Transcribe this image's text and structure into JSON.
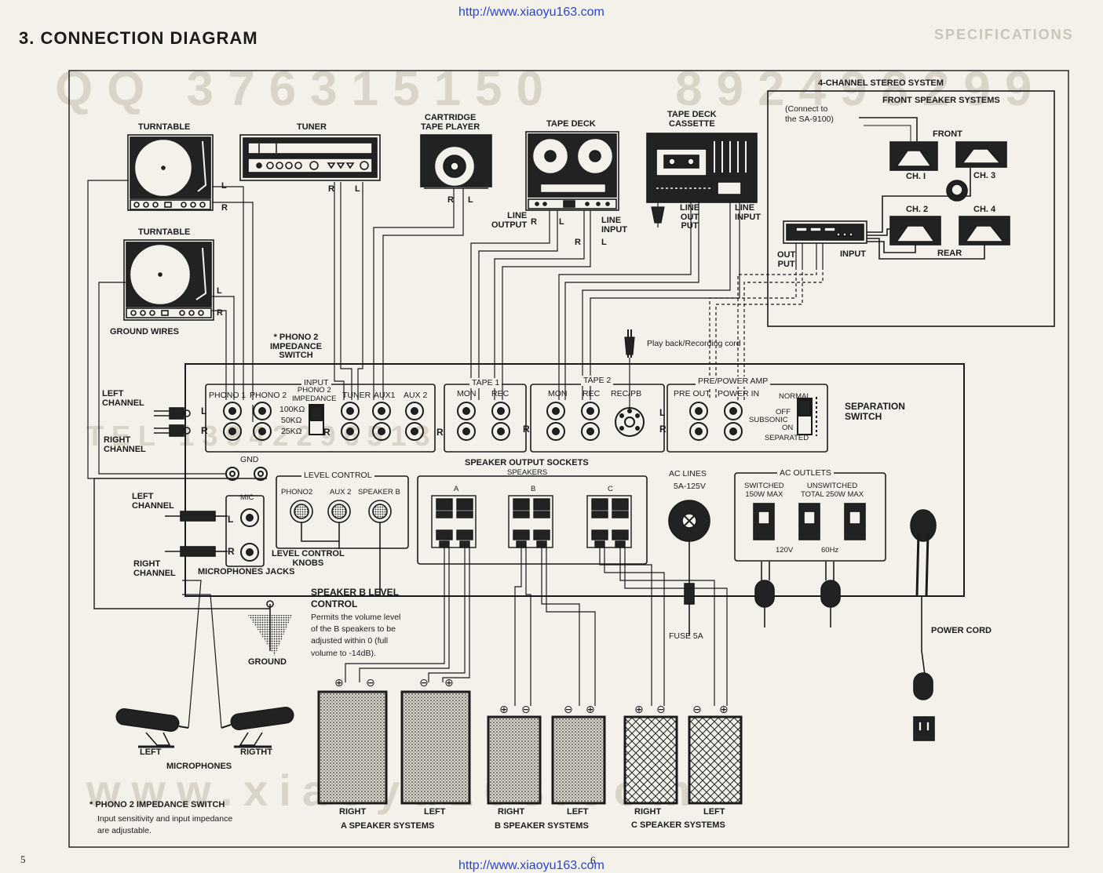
{
  "header": {
    "url_top": "http://www.xiaoyu163.com",
    "url_bottom": "http://www.xiaoyu163.com",
    "title": "3. CONNECTION DIAGRAM",
    "page_left": "5",
    "page_right": "6"
  },
  "watermarks": {
    "qq_left": "QQ 376315150",
    "qq_right": "892498299",
    "tel": "TEL 13942296513",
    "www": "www.xiaoyu163.com",
    "bg_specs": "SPECIFICATIONS"
  },
  "sources": {
    "turntable1": "TURNTABLE",
    "tuner": "TUNER",
    "cartridge": "CARTRIDGE\nTAPE PLAYER",
    "tape_deck": "TAPE DECK",
    "tape_cassette": "TAPE DECK\nCASSETTE",
    "turntable2": "TURNTABLE",
    "ground_wires": "GROUND WIRES",
    "phono2_switch": "* PHONO 2\nIMPEDANCE\nSWITCH",
    "line_output": "LINE\nOUTPUT",
    "line_input": "LINE\nINPUT",
    "line_out_put": "LINE\nOUT\nPUT",
    "line_input2": "LINE\nINPUT",
    "playback_cord": "Play back/Recording cord"
  },
  "four_channel": {
    "title": "4-CHANNEL STEREO SYSTEM",
    "front_systems": "FRONT SPEAKER SYSTEMS",
    "connect_note": "(Connect to\nthe SA-9100)",
    "front": "FRONT",
    "rear": "REAR",
    "ch1": "CH. I",
    "ch2": "CH. 2",
    "ch3": "CH. 3",
    "ch4": "CH. 4",
    "out_put": "OUT\nPUT",
    "input": "INPUT"
  },
  "panel": {
    "input_group": "INPUT",
    "phono1": "PHONO 1",
    "phono2": "PHONO 2",
    "phono2_imp": "PHONO 2\nIMPEDANCE",
    "tuner": "TUNER",
    "aux1": "AUX1",
    "aux2": "AUX 2",
    "imp_100k": "100KΩ",
    "imp_50k": "50KΩ",
    "imp_25k": "25KΩ",
    "tape1": "TAPE 1",
    "tape2": "TAPE 2",
    "mon": "MON",
    "rec": "REC",
    "mon2": "MON",
    "rec2": "REC",
    "recpb": "REC/PB",
    "prepower": "PRE/POWER AMP",
    "preout": "PRE OUT",
    "powerin": "POWER IN",
    "normal": "NORMAL",
    "off": "OFF",
    "subsonic": "SUBSONIC",
    "on": "ON",
    "separated": "SEPARATED",
    "separation_switch": "SEPARATION\nSWITCH",
    "left_channel": "LEFT\nCHANNEL",
    "right_channel": "RIGHT\nCHANNEL",
    "gnd": "GND",
    "l": "L",
    "r": "R"
  },
  "lower": {
    "left_channel": "LEFT\nCHANNEL",
    "right_channel": "RIGHT\nCHANNEL",
    "mic": "MIC",
    "microphone_jacks": "MICROPHONES JACKS",
    "level_control": "LEVEL CONTROL",
    "phono2": "PHONO2",
    "aux2": "AUX 2",
    "speakerb": "SPEAKER B",
    "level_knobs": "LEVEL CONTROL\nKNOBS",
    "speaker_output": "SPEAKER OUTPUT SOCKETS",
    "speakers": "SPEAKERS",
    "a": "A",
    "b": "B",
    "c": "C",
    "ac_lines": "AC LINES",
    "ac_rating": "5A-125V",
    "fuse": "FUSE 5A",
    "ac_outlets": "AC OUTLETS",
    "switched": "SWITCHED\n150W MAX",
    "unswitched": "UNSWITCHED\nTOTAL 250W MAX",
    "v120": "120V",
    "hz60": "60Hz",
    "power_cord": "POWER CORD",
    "speaker_b_title": "SPEAKER B LEVEL\nCONTROL",
    "speaker_b_desc": "Permits the volume level\nof the B speakers to be\nadjusted within 0 (full\nvolume to -14dB).",
    "ground": "GROUND",
    "microphones": "MICROPHONES",
    "left": "LEFT",
    "righth": "RIGTHT",
    "footnote_title": "* PHONO 2 IMPEDANCE SWITCH",
    "footnote_desc": "Input sensitivity and input impedance\nare adjustable."
  },
  "speaker_systems": {
    "right": "RIGHT",
    "left": "LEFT",
    "a_systems": "A SPEAKER SYSTEMS",
    "b_systems": "B SPEAKER SYSTEMS",
    "c_systems": "C SPEAKER SYSTEMS",
    "plus": "⊕",
    "minus": "⊖"
  }
}
